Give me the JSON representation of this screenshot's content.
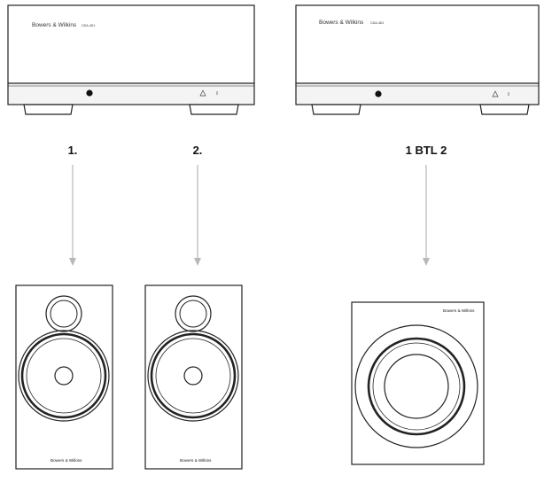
{
  "amplifiers": [
    {
      "brand": "Bowers & Wilkins",
      "model": "CDA-4D1"
    },
    {
      "brand": "Bowers & Wilkins",
      "model": "CDA-4D1"
    }
  ],
  "channel_labels": [
    "1.",
    "2.",
    "1 BTL 2"
  ],
  "speakers": [
    {
      "type": "bookshelf",
      "brand": "Bowers & Wilkins"
    },
    {
      "type": "bookshelf",
      "brand": "Bowers & Wilkins"
    },
    {
      "type": "subwoofer",
      "brand": "Bowers & Wilkins"
    }
  ],
  "colors": {
    "line": "#222222",
    "arrow": "#b8b8b8",
    "panel": "#f4f4f4"
  }
}
